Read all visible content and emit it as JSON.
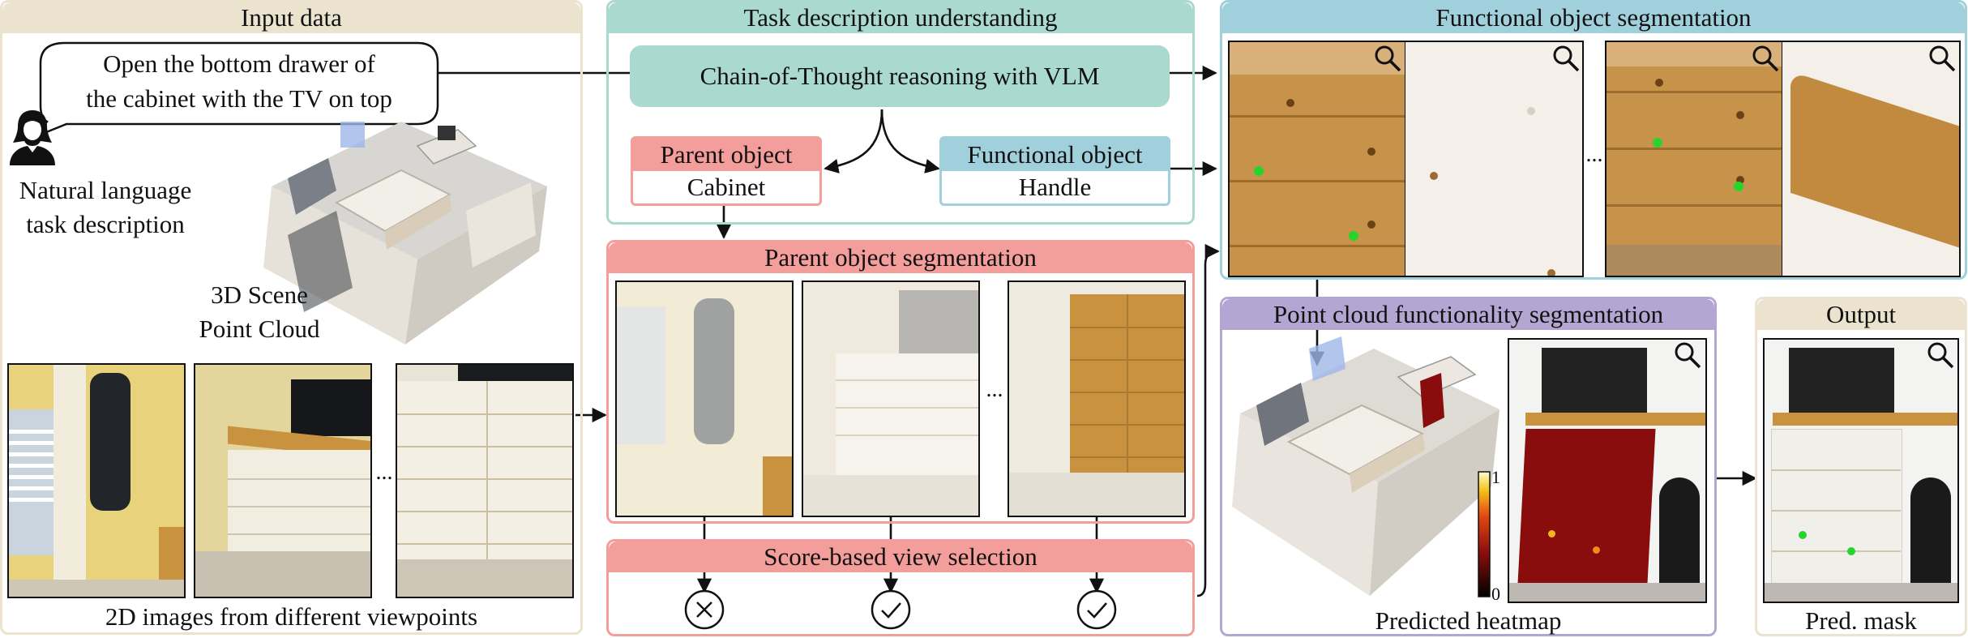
{
  "colors": {
    "beige": "#ece3cf",
    "teal": "#a9d9cf",
    "blue": "#9fd0dc",
    "salmon": "#f49e9c",
    "lavender": "#b3a6d3",
    "wall": "#e7d89a",
    "cabinet": "#c9923f",
    "heat": "#8a0d0d"
  },
  "input": {
    "header": "Input data",
    "speech": [
      "Open the bottom drawer of",
      "the cabinet with the TV on top"
    ],
    "person_caption": [
      "Natural language",
      "task description"
    ],
    "scene_caption": [
      "3D Scene",
      "Point Cloud"
    ],
    "views_caption": "2D images from different viewpoints",
    "ellipsis": "..."
  },
  "task": {
    "header": "Task description understanding",
    "cot": "Chain-of-Thought reasoning with VLM",
    "parent_title": "Parent object",
    "parent_value": "Cabinet",
    "functional_title": "Functional object",
    "functional_value": "Handle"
  },
  "parent_seg": {
    "header": "Parent object segmentation",
    "ellipsis": "..."
  },
  "score": {
    "header": "Score-based view selection"
  },
  "functional_seg": {
    "header": "Functional object segmentation",
    "ellipsis": "..."
  },
  "pc_seg": {
    "header": "Point cloud functionality segmentation",
    "caption": "Predicted heatmap",
    "scale_max": "1",
    "scale_min": "0"
  },
  "output": {
    "header": "Output",
    "caption": "Pred. mask"
  },
  "icons": [
    "person-icon",
    "magnifier-icon",
    "cross-circle-icon",
    "check-circle-icon"
  ]
}
